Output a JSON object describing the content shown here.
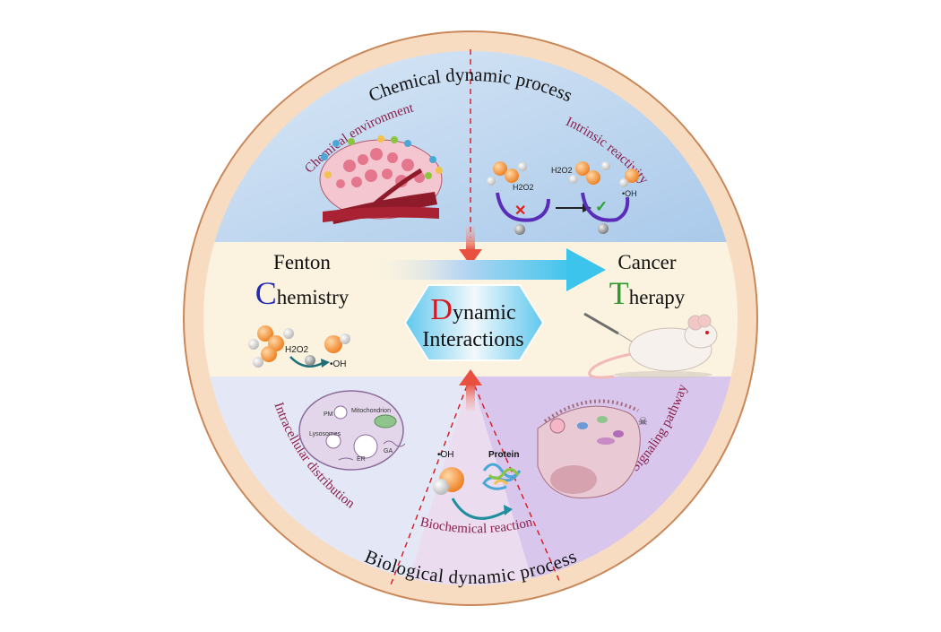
{
  "ring": {
    "top_label": "Chemical dynamic process",
    "bottom_label": "Biological dynamic process"
  },
  "quadrants": {
    "chemical_environment": "Chemical environment",
    "intrinsic_reactivity": "Intrinsic reactivity",
    "intracellular_distribution": "Intracellular distribution",
    "biochemical_reaction": "Biochemical reaction",
    "signaling_pathway": "Signaling pathway"
  },
  "left": {
    "line1": "Fenton",
    "cap_letter": "C",
    "rest": "hemistry",
    "h2o2": "H2O2",
    "oh": "•OH"
  },
  "right": {
    "line1": "Cancer",
    "cap_letter": "T",
    "rest": "herapy"
  },
  "center": {
    "cap_letter": "D",
    "rest1": "ynamic",
    "line2": "Interactions"
  },
  "reactivity": {
    "h2o2_a": "H2O2",
    "h2o2_b": "H2O2",
    "oh": "•OH"
  },
  "cell_labels": {
    "pm": "PM",
    "mito": "Mitochondrion",
    "lyso": "Lysosomes",
    "er": "ER",
    "ga": "GA"
  },
  "biochem": {
    "oh": "•OH",
    "protein": "Protein"
  },
  "colors": {
    "ring": "#f7dcc2",
    "ring_edge": "#c9885a",
    "top_quadrant": "#bcd6ef",
    "band": "#fbf3df",
    "bottom_left": "#e4e7f6",
    "bottom_mid": "#ecdcef",
    "bottom_right": "#d7c3ea",
    "quadrant_text": "#8b1e4a",
    "red": "#d6181f",
    "blue": "#2229b8",
    "green": "#2e9a2e",
    "orange_atom": "#f08a2c"
  }
}
